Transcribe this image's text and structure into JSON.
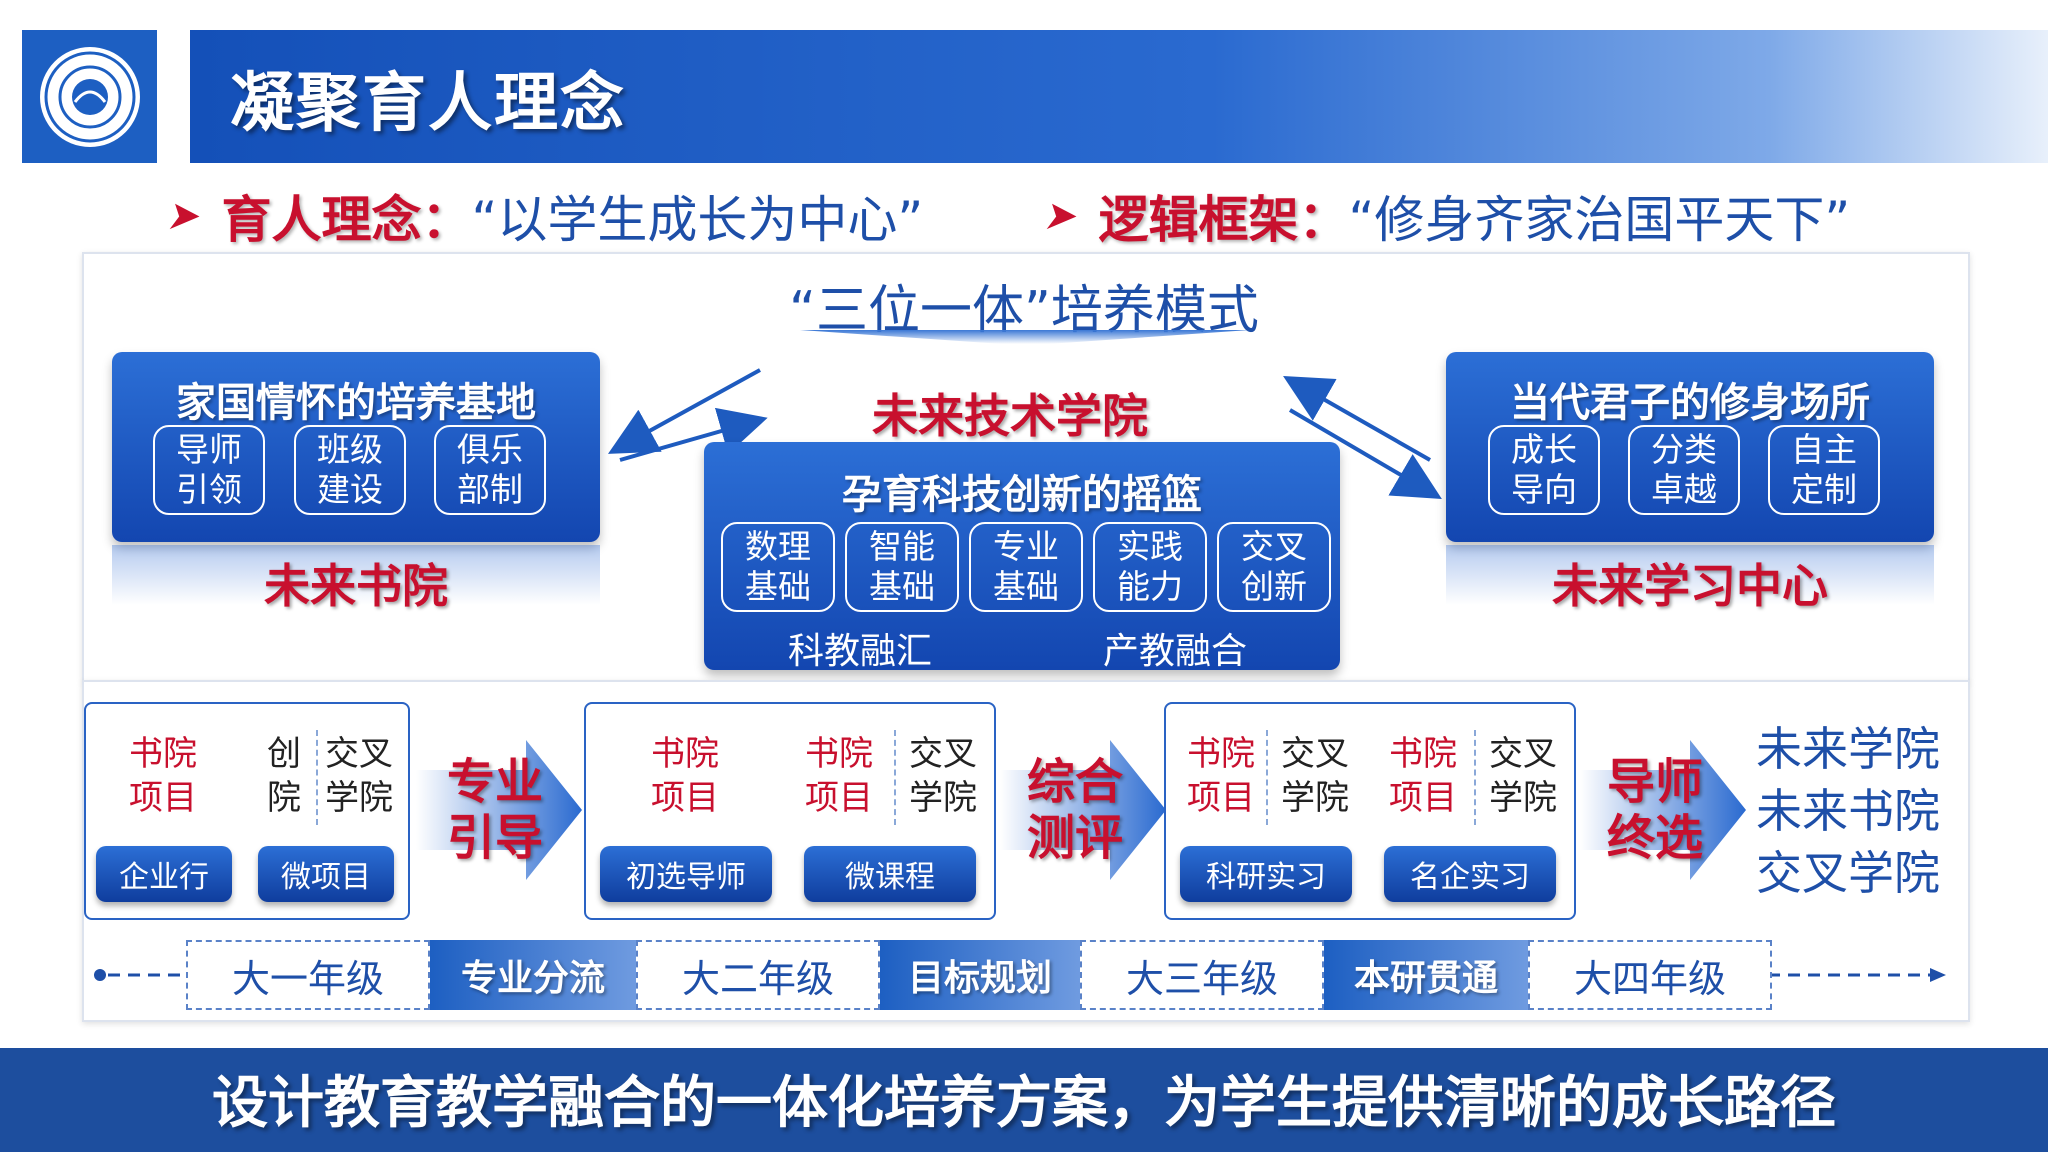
{
  "header": {
    "title": "凝聚育人理念",
    "logo_icon": "university-seal-icon"
  },
  "subtitles": [
    {
      "keyword": "育人理念：",
      "value": "“以学生成长为中心”"
    },
    {
      "keyword": "逻辑框架：",
      "value": "“修身齐家治国平天下”"
    }
  ],
  "model": {
    "title": "“三位一体”培养模式",
    "center": {
      "name": "未来技术学院",
      "card_title": "孕育科技创新的摇篮",
      "chips": [
        "数理\n基础",
        "智能\n基础",
        "专业\n基础",
        "实践\n能力",
        "交叉\n创新"
      ],
      "footer_left": "科教融汇",
      "footer_right": "产教融合"
    },
    "left": {
      "card_title": "家国情怀的培养基地",
      "chips": [
        "导师\n引领",
        "班级\n建设",
        "俱乐\n部制"
      ],
      "name": "未来书院"
    },
    "right": {
      "card_title": "当代君子的修身场所",
      "chips": [
        "成长\n导向",
        "分类\n卓越",
        "自主\n定制"
      ],
      "name": "未来学习中心"
    }
  },
  "pathway": {
    "stage1": {
      "items": [
        "书院\n项目",
        "创\n院",
        "交叉\n学院"
      ],
      "pills": [
        "企业行",
        "微项目"
      ]
    },
    "conn1": "专业\n引导",
    "stage2": {
      "items": [
        "书院\n项目",
        "书院\n项目",
        "交叉\n学院"
      ],
      "pills": [
        "初选导师",
        "微课程"
      ]
    },
    "conn2": "综合\n测评",
    "stage3": {
      "items": [
        "书院\n项目",
        "交叉\n学院",
        "书院\n项目",
        "交叉\n学院"
      ],
      "pills": [
        "科研实习",
        "名企实习"
      ]
    },
    "conn3": "导师\n终选",
    "results": "未来学院\n未来书院\n交叉学院"
  },
  "timeline": {
    "grades": [
      "大一年级",
      "大二年级",
      "大三年级",
      "大四年级"
    ],
    "transitions": [
      "专业分流",
      "目标规划",
      "本研贯通"
    ]
  },
  "footer": {
    "text": "设计教育教学融合的一体化培养方案，为学生提供清晰的成长路径"
  },
  "colors": {
    "primary_blue": "#1d5fc2",
    "accent_red": "#c8102e",
    "text_blue": "#1e4fa8"
  }
}
